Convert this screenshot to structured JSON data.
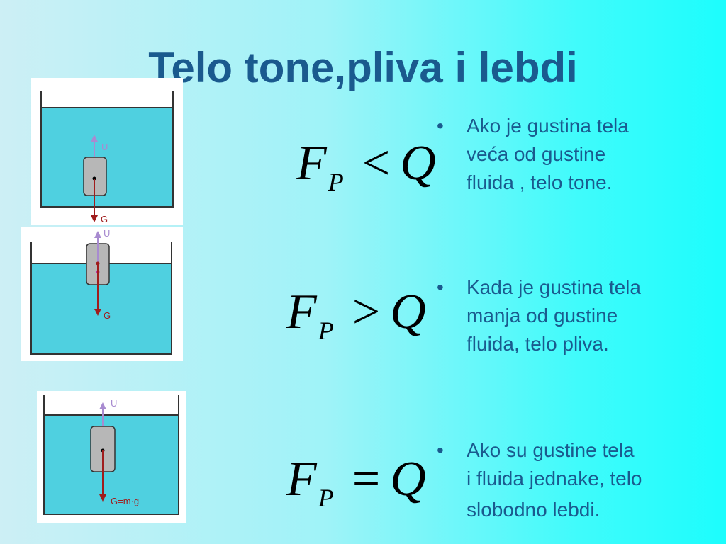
{
  "title": "Telo tone,pliva i lebdi",
  "diagrams": [
    {
      "up_label": "U",
      "down_label": "G"
    },
    {
      "up_label": "U",
      "down_label": "G"
    },
    {
      "up_label": "U",
      "down_label": "G=m·g"
    }
  ],
  "formulas": [
    {
      "lhs": "F",
      "sub": "P",
      "op": "<",
      "rhs": "Q"
    },
    {
      "lhs": "F",
      "sub": "P",
      "op": ">",
      "rhs": "Q"
    },
    {
      "lhs": "F",
      "sub": "P",
      "op": "=",
      "rhs": "Q"
    }
  ],
  "bullets": [
    {
      "marker": "•",
      "line1": "Ako je gustina tela",
      "line2": "veća od gustine",
      "line3": "fluida , telo tone."
    },
    {
      "marker": "•",
      "line1": "Kada je gustina tela",
      "line2": "manja od gustine",
      "line3": "fluida, telo pliva."
    },
    {
      "marker": "•",
      "line1": "Ako su gustine tela",
      "line2": "i fluida jednake, telo",
      "line3": "slobodno lebdi."
    }
  ],
  "colors": {
    "title": "#1a5a8e",
    "text": "#1a5a8e",
    "water": "#4fd0e0",
    "body_fill": "#b7b7b7",
    "up_arrow": "#a88bd0",
    "down_arrow": "#a01c1c"
  }
}
